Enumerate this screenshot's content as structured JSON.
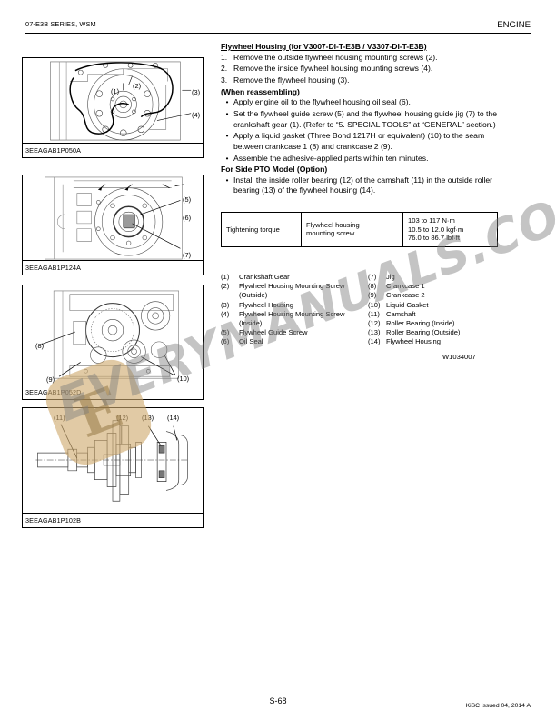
{
  "header": {
    "left": "07-E3B SERIES, WSM",
    "right": "ENGINE"
  },
  "section": {
    "title": "Flywheel Housing (for V3007-DI-T-E3B / V3307-DI-T-E3B)",
    "steps": [
      {
        "num": "1.",
        "text": "Remove the outside flywheel housing mounting screws (2)."
      },
      {
        "num": "2.",
        "text": "Remove the inside flywheel housing mounting screws (4)."
      },
      {
        "num": "3.",
        "text": "Remove the flywheel housing (3)."
      }
    ],
    "reassembling_heading": "(When reassembling)",
    "reassembling_bullets": [
      "Apply engine oil to the flywheel housing oil seal (6).",
      "Set the flywheel guide screw (5) and the flywheel housing guide jig (7) to the crankshaft gear (1).  (Refer to “5. SPECIAL  TOOLS” at “GENERAL” section.)",
      "Apply a liquid gasket (Three Bond 1217H or equivalent) (10) to the seam between crankcase 1 (8) and crankcase 2 (9).",
      "Assemble the adhesive-applied parts within ten minutes."
    ],
    "pto_heading": "For Side PTO Model (Option)",
    "pto_bullets": [
      "Install the inside roller bearing (12) of the camshaft (11) in the outside roller bearing (13) of the flywheel housing (14)."
    ]
  },
  "torque_table": {
    "label": "Tightening torque",
    "item": "Flywheel housing mounting screw",
    "item_line1": "Flywheel housing",
    "item_line2": "mounting screw",
    "values": [
      "103 to 117 N·m",
      "10.5 to 12.0 kgf·m",
      "76.0 to 86.7 lbf·ft"
    ]
  },
  "legend": {
    "left": [
      {
        "n": "(1)",
        "v": "Crankshaft Gear"
      },
      {
        "n": "(2)",
        "v": "Flywheel Housing Mounting Screw"
      },
      {
        "n": "",
        "v": "(Outside)"
      },
      {
        "n": "(3)",
        "v": "Flywheel Housing"
      },
      {
        "n": "(4)",
        "v": "Flywheel Housing Mounting Screw"
      },
      {
        "n": "",
        "v": "(Inside)"
      },
      {
        "n": "(5)",
        "v": "Flywheel Guide Screw"
      },
      {
        "n": "(6)",
        "v": "Oil Seal"
      }
    ],
    "right": [
      {
        "n": "(7)",
        "v": "Jig"
      },
      {
        "n": "(8)",
        "v": "Crankcase 1"
      },
      {
        "n": "(9)",
        "v": "Crankcase 2"
      },
      {
        "n": "(10)",
        "v": "Liquid Gasket"
      },
      {
        "n": "(11)",
        "v": "Camshaft"
      },
      {
        "n": "(12)",
        "v": "Roller Bearing (Inside)"
      },
      {
        "n": "(13)",
        "v": "Roller Bearing (Outside)"
      },
      {
        "n": "(14)",
        "v": "Flywheel Housing"
      }
    ]
  },
  "drawing_code": "W1034007",
  "figures": [
    {
      "caption": "3EEAGAB1P050A",
      "callouts": [
        "(1)",
        "(2)",
        "(3)",
        "(4)"
      ]
    },
    {
      "caption": "3EEAGAB1P124A",
      "callouts": [
        "(5)",
        "(6)",
        "(7)"
      ]
    },
    {
      "caption": "3EEAGAB1P052D",
      "callouts": [
        "(8)",
        "(9)",
        "(10)"
      ]
    },
    {
      "caption": "3EEAGAB1P102B",
      "callouts": [
        "(11)",
        "(12)",
        "(13)",
        "(14)"
      ]
    }
  ],
  "footer": {
    "page": "S-68",
    "issue": "KiSC issued 04, 2014 A"
  },
  "watermark": {
    "text": "EVERYMANUALS.COM",
    "badge_letter": "E"
  }
}
